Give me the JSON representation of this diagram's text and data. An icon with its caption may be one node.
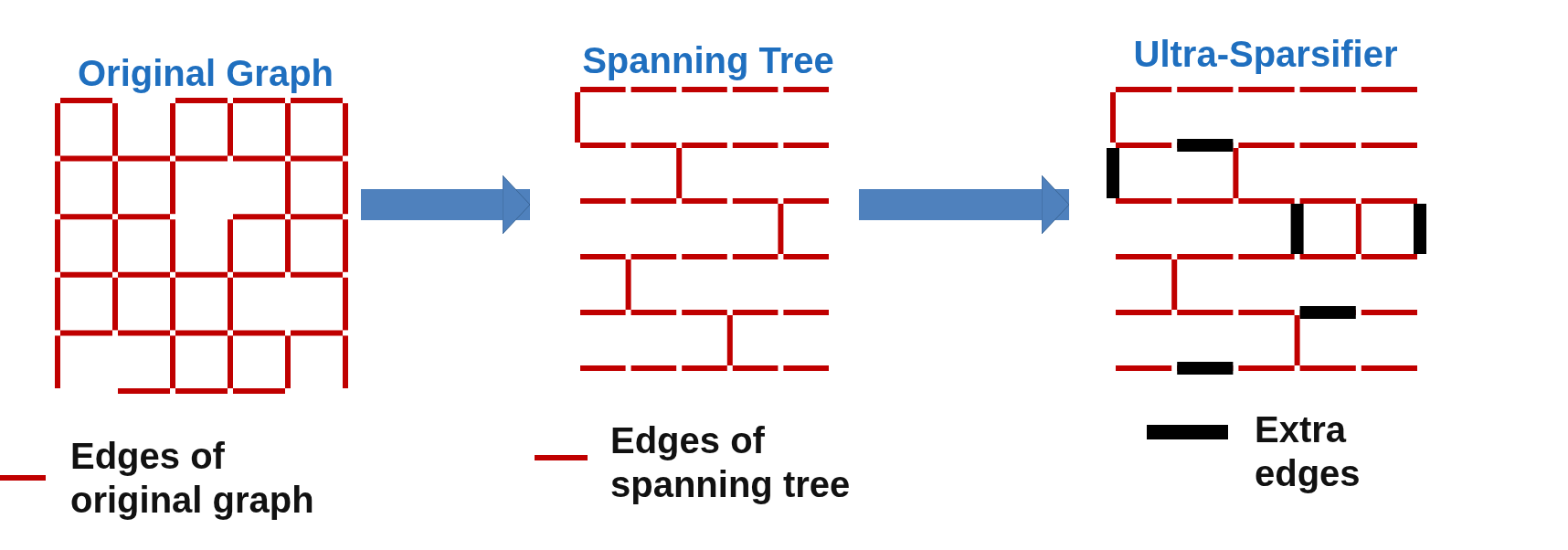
{
  "diagram": {
    "nodes": [
      {
        "text": [
          "Original Graph"
        ]
      },
      {
        "text": [
          "Spanning Tree"
        ]
      },
      {
        "text": [
          "Ultra-Sparsifier"
        ]
      }
    ],
    "edges": [
      {
        "from": 0,
        "to": 1,
        "arrow": "to"
      },
      {
        "from": 1,
        "to": 2,
        "arrow": "to"
      }
    ],
    "legend": [
      {
        "text": "Edges of original graph",
        "color": "#c00000"
      },
      {
        "text": "Edges of spanning tree",
        "color": "#c00000"
      },
      {
        "text": "Extra edges",
        "color": "#000000"
      }
    ]
  }
}
